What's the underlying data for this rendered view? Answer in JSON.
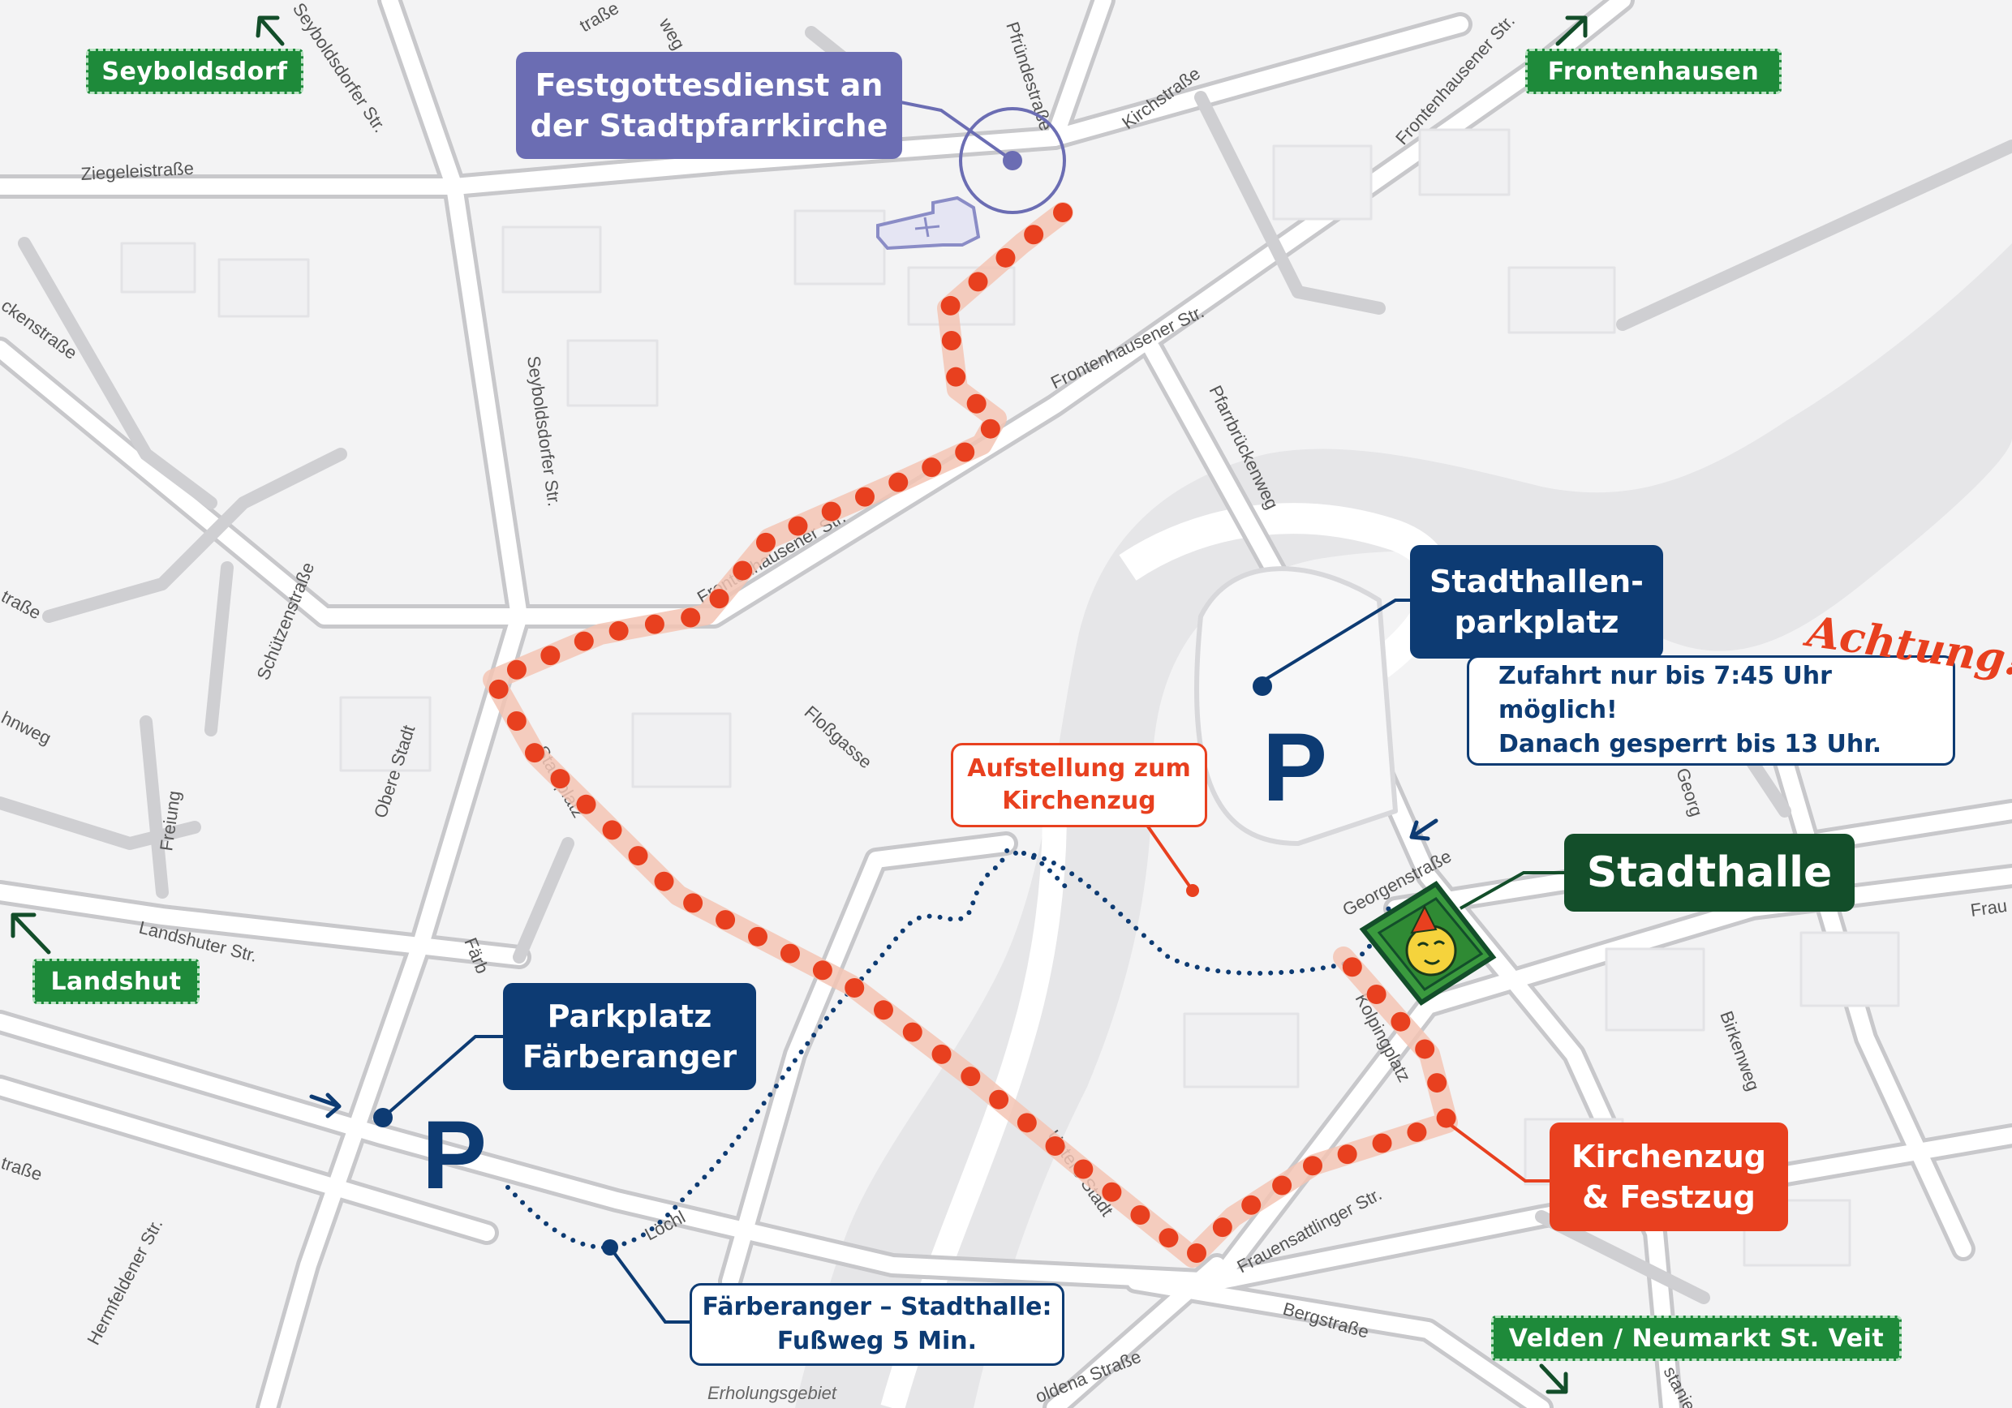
{
  "destinations": {
    "seyboldsdorf": "Seyboldsdorf",
    "frontenhausen": "Frontenhausen",
    "landshut": "Landshut",
    "velden": "Velden / Neumarkt St. Veit"
  },
  "locations": {
    "festgottesdienst": "Festgottesdienst an\nder Stadtpfarrkirche",
    "stadthallen_parkplatz": "Stadthallen-\nparkplatz",
    "parkplatz_faerberanger": "Parkplatz\nFärberanger",
    "stadthalle": "Stadthalle",
    "kirchenzug_festzug": "Kirchenzug\n& Festzug",
    "aufstellung": "Aufstellung zum\nKirchenzug",
    "walk_note": "Färberanger – Stadthalle:\nFußweg 5 Min.",
    "parking_symbol": "P"
  },
  "warning": {
    "title": "Achtung!",
    "text": "Zufahrt nur bis 7:45 Uhr möglich!\nDanach gesperrt bis 13 Uhr."
  },
  "streets": {
    "ziegeleistrasse": "Ziegeleistraße",
    "seyboldsdorfer_str_1": "Seyboldsdorfer Str.",
    "seyboldsdorfer_str_2": "Seyboldsdorfer Str.",
    "pfruendestrasse": "Pfründestraße",
    "kirchstrasse": "Kirchstraße",
    "frontenhausener_str_1": "Frontenhausener Str.",
    "frontenhausener_str_2": "Frontenhausener Str.",
    "frontenhausener_str_3": "Frontenhausener Str.",
    "pfarrbrueckenweg": "Pfarrbrückenweg",
    "schuetzenstrasse": "Schützenstraße",
    "obere_stadt": "Obere Stadt",
    "stadtplatz": "Stadtplatz",
    "flossgasse": "Floßgasse",
    "freiung": "Freiung",
    "landshuter_str": "Landshuter Str.",
    "georgenstrasse": "Georgenstraße",
    "kolpingplatz": "Kolpingplatz",
    "birkenweg": "Birkenweg",
    "untere_stadt": "Untere Stadt",
    "frauensattlinger_str": "Frauensattlinger Str.",
    "loechl": "Löchl",
    "hermfeldener_str": "Hermfeldener Str.",
    "bergstrasse": "Bergstraße",
    "erholungsgebiet": "Erholungsgebiet",
    "edge_ckenstrasse": "ckenstraße",
    "edge_strasse_1": "traße",
    "edge_strasse_2": "traße",
    "edge_hnweg": "hnweg",
    "edge_faerb": "Färb",
    "edge_georg": "Georg",
    "edge_frau": "Frau",
    "edge_strasse_top": "traße",
    "edge_weg_top": "weg",
    "edge_oldena": "oldena Straße",
    "edge_stanie": "stanie"
  },
  "colors": {
    "route": "#e8401f",
    "route_halo": "#f3c4b4",
    "walkway": "#0d3b73",
    "church": "#6b6db3",
    "destination": "#1e8a3a",
    "stadthalle": "#134e2a",
    "mascot": "#f5d33c"
  }
}
